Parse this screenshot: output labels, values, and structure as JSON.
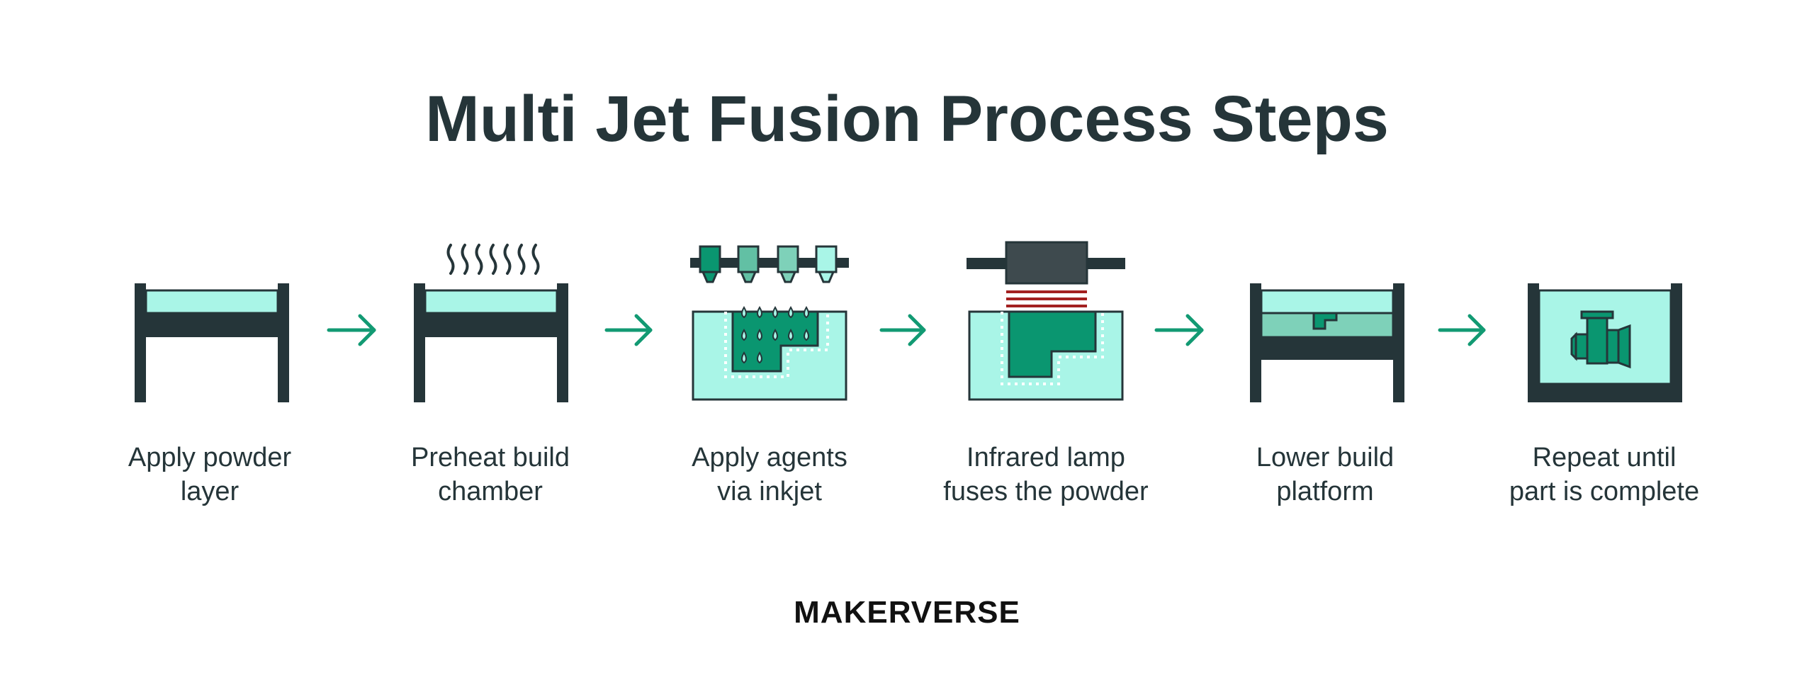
{
  "title": "Multi Jet Fusion Process Steps",
  "colors": {
    "dark": "#253539",
    "powder": "#a9f5e7",
    "powder_mid": "#7ed1b9",
    "green": "#0a9670",
    "green_light": "#62c0a4",
    "heat_red": "#a32020",
    "lamp_gray": "#3e4a4e",
    "arrow": "#129a73"
  },
  "steps": [
    {
      "line1": "Apply powder",
      "line2": "layer",
      "icon": "powder-bed-icon"
    },
    {
      "line1": "Preheat build",
      "line2": "chamber",
      "icon": "heated-bed-icon"
    },
    {
      "line1": "Apply agents",
      "line2": "via inkjet",
      "icon": "inkjet-printhead-icon"
    },
    {
      "line1": "Infrared lamp",
      "line2": "fuses the powder",
      "icon": "infrared-lamp-icon"
    },
    {
      "line1": "Lower build",
      "line2": "platform",
      "icon": "lowered-platform-icon"
    },
    {
      "line1": "Repeat until",
      "line2": "part is complete",
      "icon": "finished-part-icon"
    }
  ],
  "brand": "MAKERVERSE"
}
